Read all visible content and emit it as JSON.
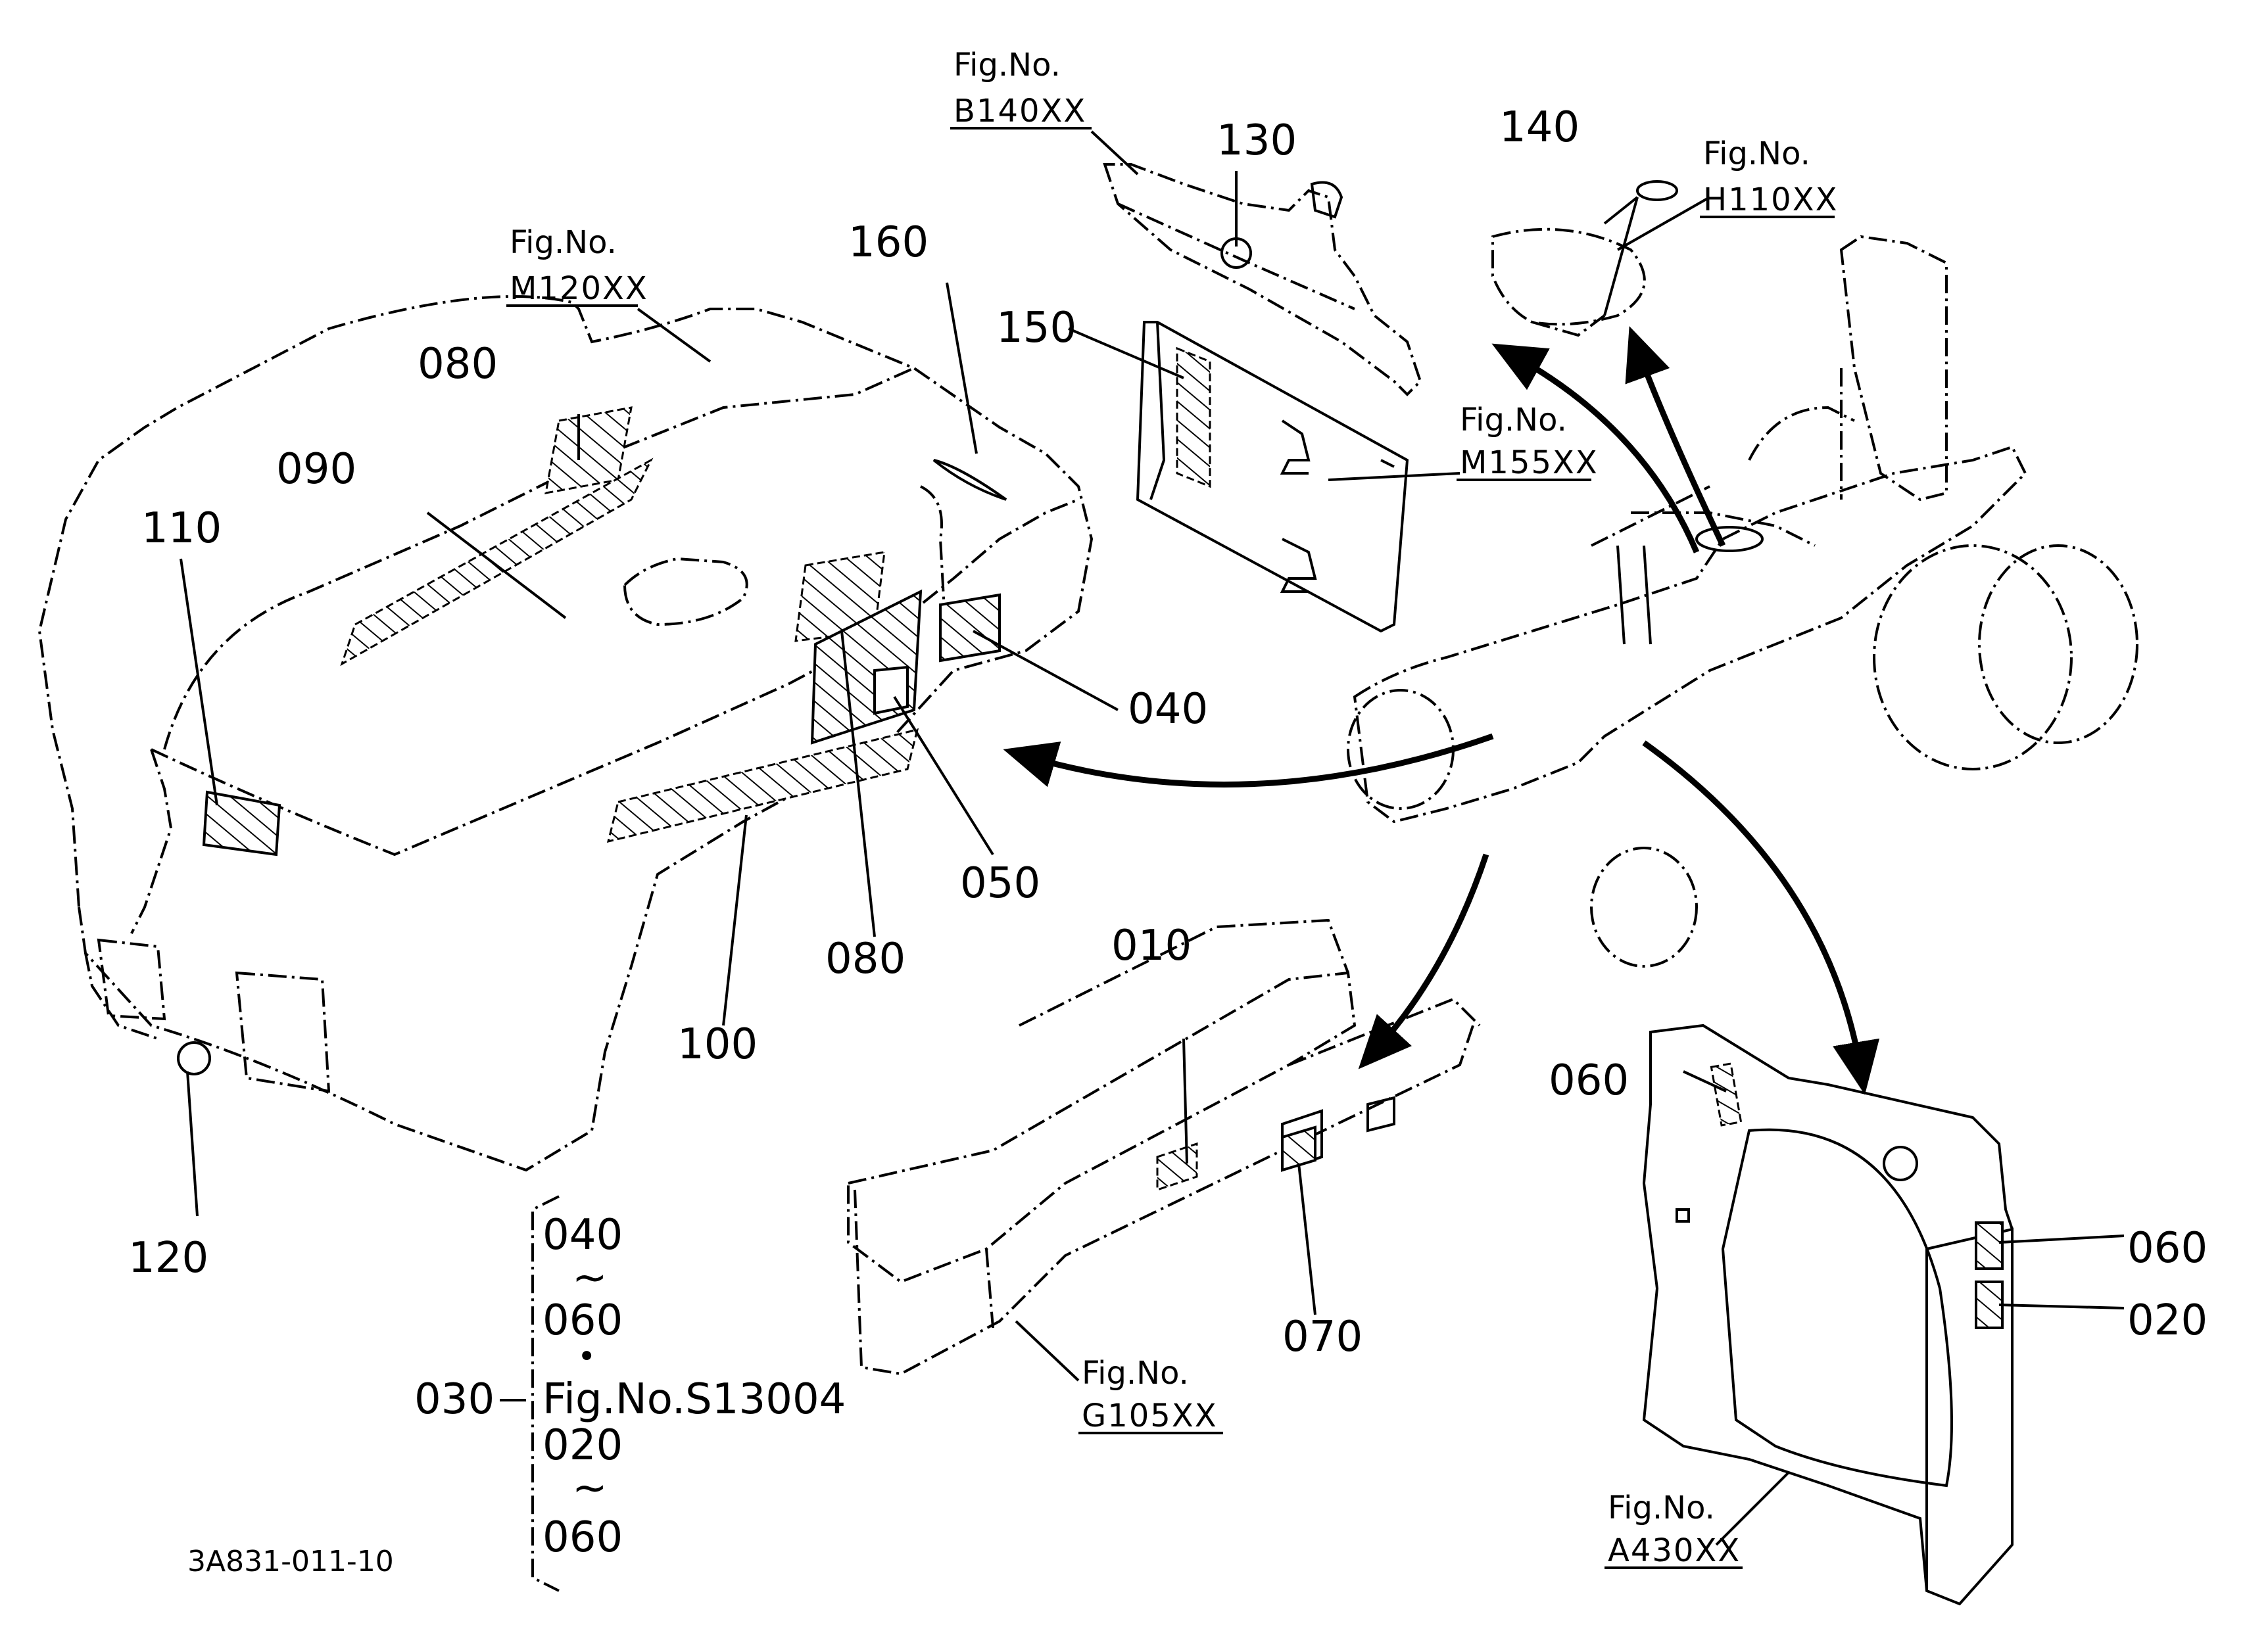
{
  "diagram": {
    "callouts": {
      "c010": "010",
      "c020": "020",
      "c030": "030",
      "c040": "040",
      "c040b": "040",
      "c050": "050",
      "c060a": "060",
      "c060b": "060",
      "c060c": "060",
      "c060d": "060",
      "c070": "070",
      "c080a": "080",
      "c080b": "080",
      "c090": "090",
      "c100": "100",
      "c110": "110",
      "c120": "120",
      "c130": "130",
      "c140": "140",
      "c150": "150",
      "c160": "160",
      "c020b": "020"
    },
    "fig_refs": {
      "prefix": "Fig.No.",
      "b140": "B140XX",
      "m120": "M120XX",
      "h110": "H110XX",
      "m155": "M155XX",
      "g105": "G105XX",
      "a430": "A430XX",
      "s13004": "Fig.No.S13004"
    },
    "range_marks": {
      "tilde1": "~",
      "dot": "•",
      "tilde2": "~"
    },
    "drawing_code": "3A831-011-10"
  }
}
